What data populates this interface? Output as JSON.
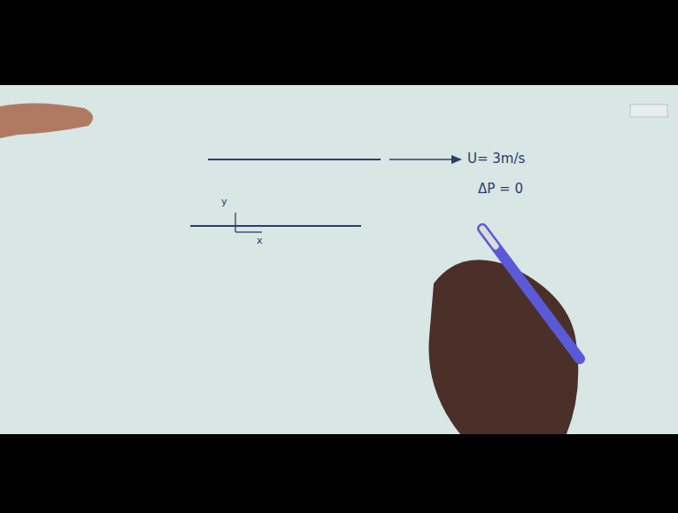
{
  "diagram": {
    "labels": [
      "U= 3m/s",
      "ΔP = 0",
      "y",
      "x"
    ]
  }
}
